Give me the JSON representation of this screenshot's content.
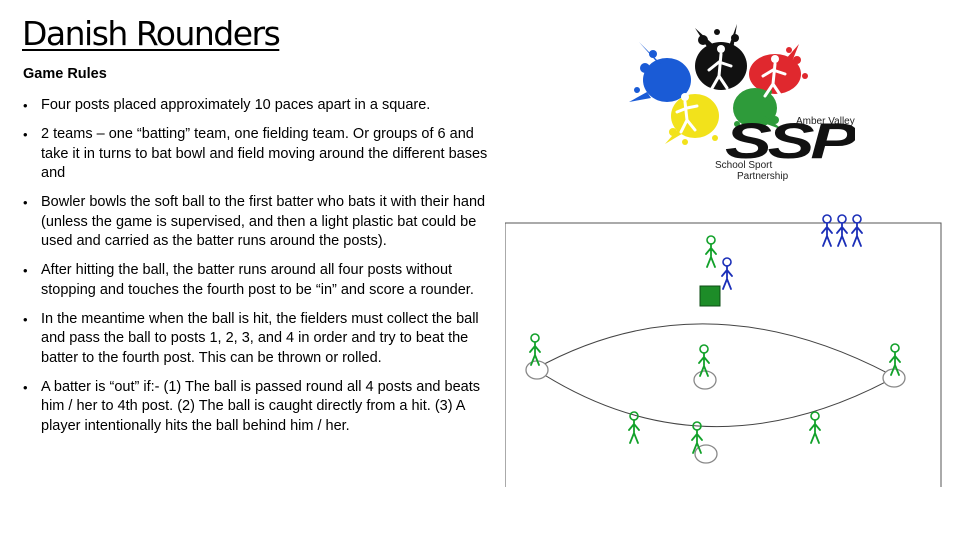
{
  "slide": {
    "title": "Danish Rounders",
    "subtitle": "Game Rules",
    "bullet_char": "•",
    "rules": [
      "Four posts placed approximately 10 paces apart in a square.",
      "2 teams – one “batting” team, one fielding team. Or groups of 6 and take it in turns to bat bowl and field moving around the different bases and",
      "Bowler bowls the soft ball to the first batter who bats it with their hand (unless the game is supervised, and then a light plastic bat could be used and carried as the batter runs around the posts).",
      "After hitting the ball, the batter runs around all four posts without stopping and touches the fourth post to be “in” and score a rounder.",
      "In the meantime when the ball is hit, the fielders must collect the ball and pass the ball to posts 1, 2, 3, and 4 in order and try to beat the batter to the fourth post. This can be thrown or rolled.",
      "A batter is “out” if:- (1) The ball is passed round all 4 posts and beats him / her to 4th post. (2) The ball is caught directly from a hit. (3) A player intentionally hits the ball behind him / her."
    ]
  },
  "logo": {
    "line1": "Amber Valley",
    "initials": "SSP",
    "line2": "School Sport",
    "line3": "Partnership",
    "splash_colors": [
      "#1a5bd6",
      "#111111",
      "#e0282e",
      "#f2e21b",
      "#2e9b3a"
    ]
  },
  "diagram": {
    "fielder_color": "#12a12a",
    "batter_color": "#1b2fb8",
    "pitch_color": "#1d8c28"
  }
}
